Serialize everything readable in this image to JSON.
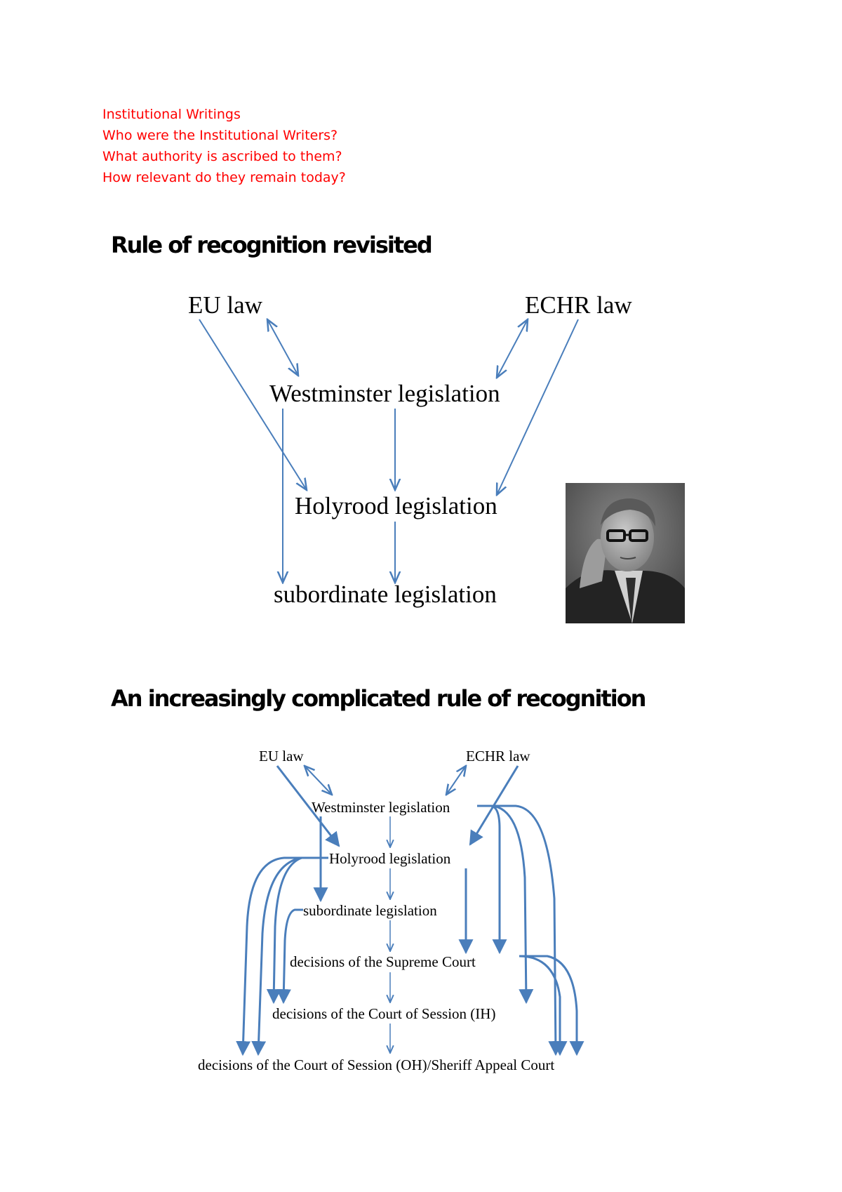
{
  "notes": {
    "lines": [
      "Institutional Writings",
      "Who were the Institutional Writers?",
      "What authority is ascribed to them?",
      "How relevant do they remain today?"
    ],
    "color": "#ff0000"
  },
  "section1": {
    "heading": "Rule of recognition revisited",
    "nodes": {
      "eu": "EU law",
      "echr": "ECHR law",
      "westminster": "Westminster legislation",
      "holyrood": "Holyrood legislation",
      "subordinate": "subordinate legislation"
    },
    "photo_icon": "portrait-photo"
  },
  "section2": {
    "heading": "An increasingly complicated rule of recognition",
    "nodes": {
      "eu": "EU law",
      "echr": "ECHR law",
      "westminster": "Westminster legislation",
      "holyrood": "Holyrood legislation",
      "subordinate": "subordinate legislation",
      "supreme": "decisions of the Supreme Court",
      "ih": "decisions of the Court of Session (IH)",
      "oh": "decisions of the Court of Session (OH)/Sheriff Appeal Court"
    }
  },
  "arrow_color": "#4a7ebb"
}
